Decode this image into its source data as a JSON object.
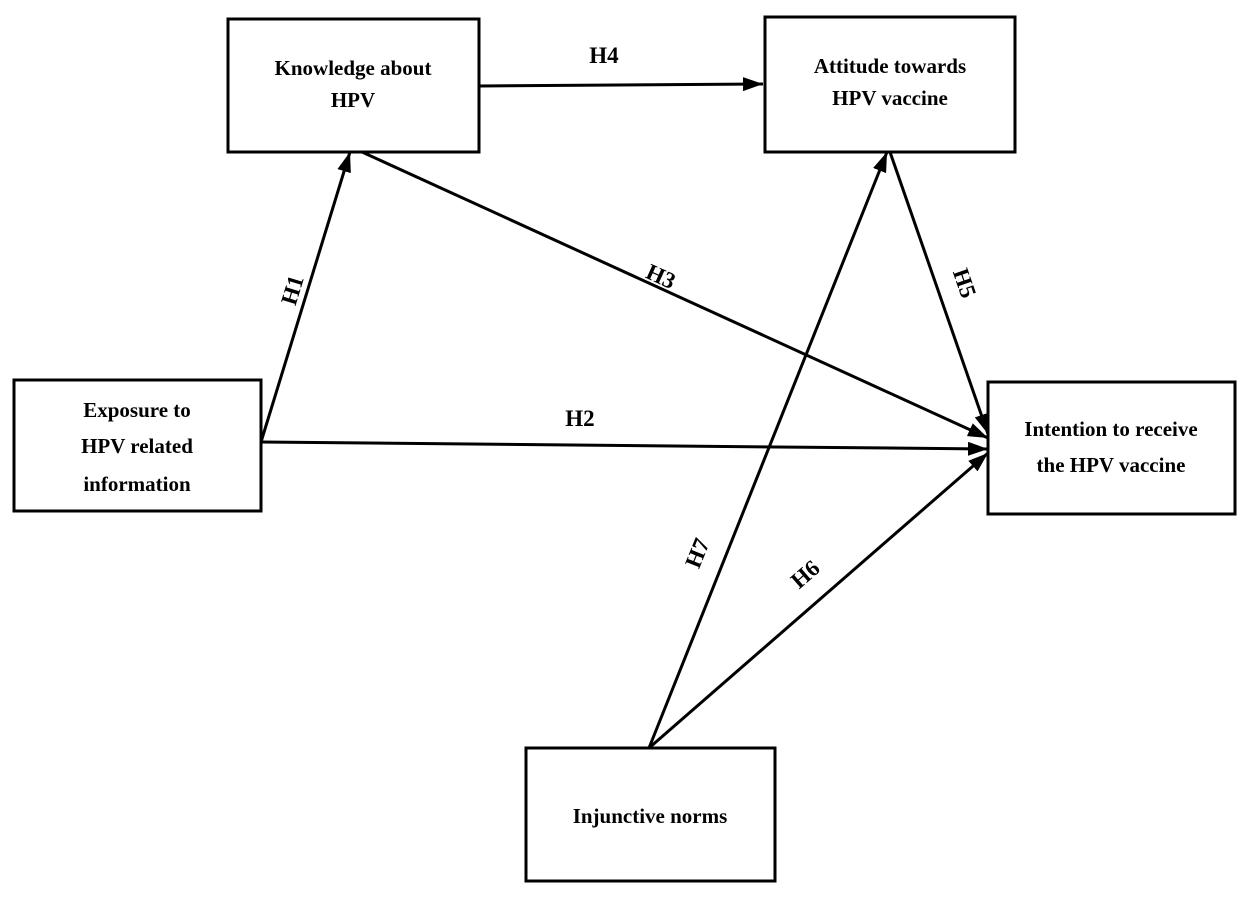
{
  "nodes": {
    "knowledge": [
      "Knowledge about",
      "HPV"
    ],
    "attitude": [
      "Attitude towards",
      "HPV vaccine"
    ],
    "exposure": [
      "Exposure to",
      "HPV related",
      "information"
    ],
    "intention": [
      "Intention to receive",
      "the HPV vaccine"
    ],
    "norms": [
      "Injunctive norms"
    ]
  },
  "edges": [
    {
      "id": "H1",
      "from": "exposure",
      "to": "knowledge"
    },
    {
      "id": "H2",
      "from": "exposure",
      "to": "intention"
    },
    {
      "id": "H3",
      "from": "knowledge",
      "to": "intention"
    },
    {
      "id": "H4",
      "from": "knowledge",
      "to": "attitude"
    },
    {
      "id": "H5",
      "from": "attitude",
      "to": "intention"
    },
    {
      "id": "H6",
      "from": "norms",
      "to": "intention"
    },
    {
      "id": "H7",
      "from": "norms",
      "to": "attitude"
    }
  ]
}
